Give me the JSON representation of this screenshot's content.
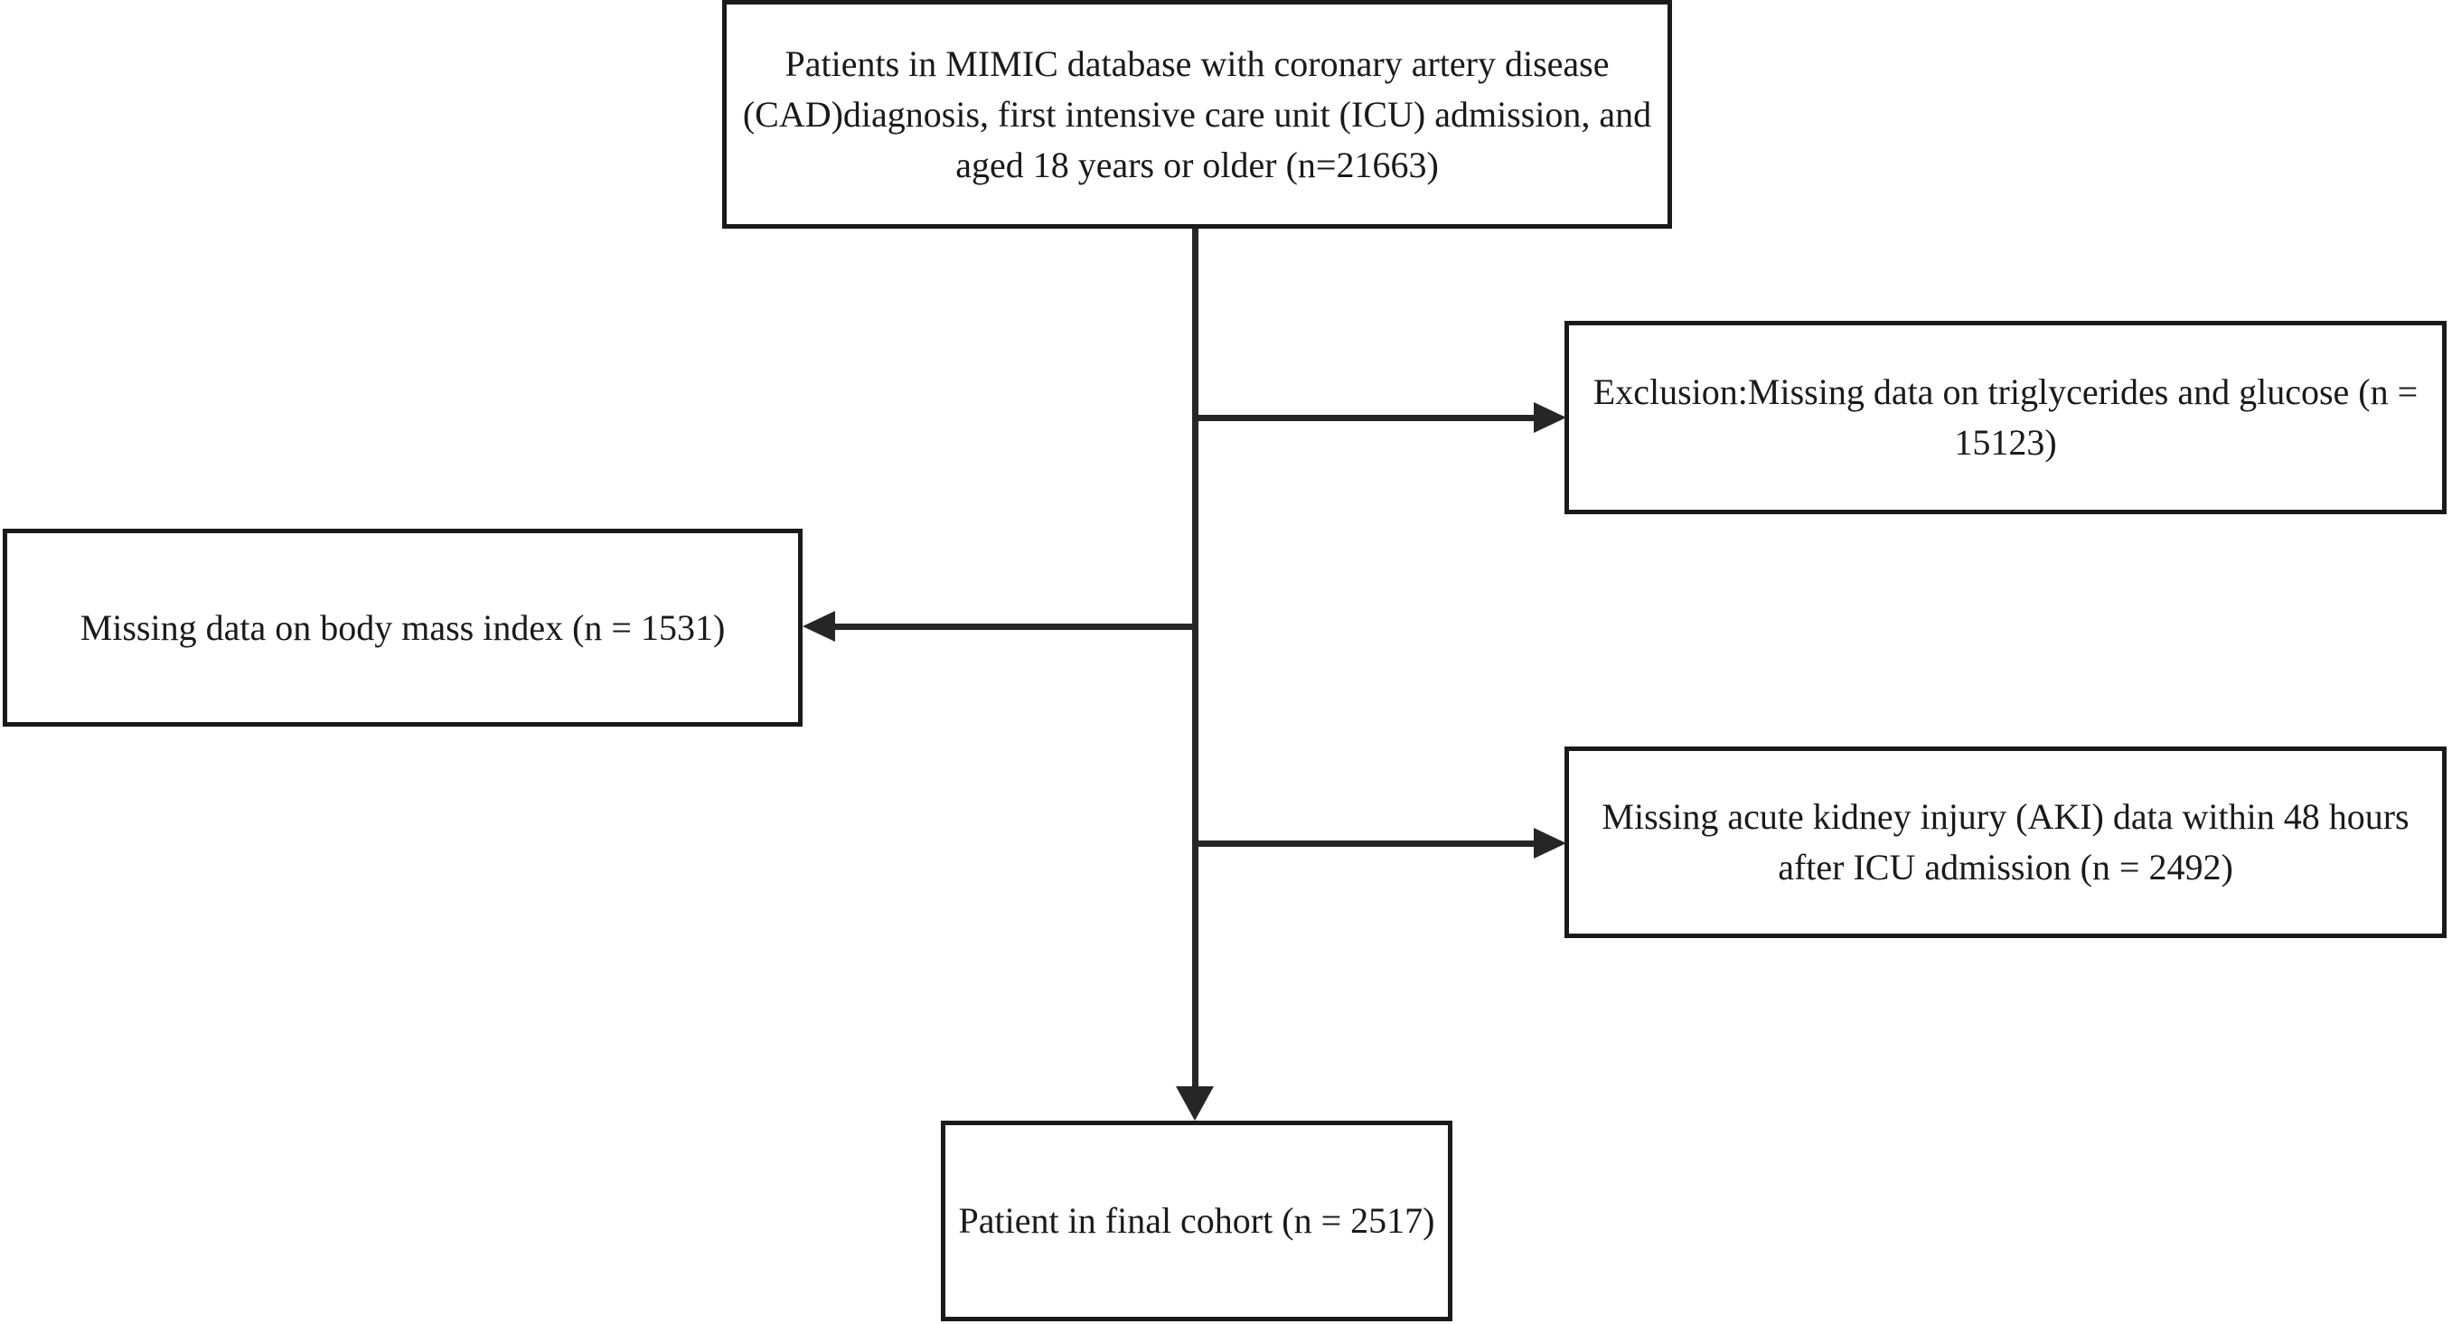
{
  "diagram": {
    "title": "Study cohort selection flow diagram",
    "type": "flowchart",
    "colors": {
      "box_border": "#1a1a1a",
      "connector": "#262626",
      "text": "#1a1a1a",
      "background": "#ffffff"
    },
    "nodes": {
      "source": {
        "label": "Patients in MIMIC database with coronary artery disease (CAD)diagnosis, first intensive care unit (ICU) admission, and aged 18 years or older (n=21663)",
        "count": 21663,
        "count_text": "(n=21663)",
        "role": "source-population"
      },
      "exclusion_1": {
        "label": "Exclusion:Missing data on triglycerides and glucose (n = 15123)",
        "count": 15123,
        "count_text": "(n = 15123)",
        "role": "exclusion"
      },
      "exclusion_2": {
        "label": "Missing data on body mass index (n = 1531)",
        "count": 1531,
        "count_text": "(n = 1531)",
        "role": "exclusion"
      },
      "exclusion_3": {
        "label": "Missing acute kidney injury (AKI) data within 48 hours after ICU admission (n = 2492)",
        "count": 2492,
        "count_text": "(n = 2492)",
        "role": "exclusion"
      },
      "final": {
        "label": "Patient in final cohort (n = 2517)",
        "count": 2517,
        "count_text": "(n = 2517)",
        "role": "final-cohort"
      }
    },
    "connectors": [
      {
        "name": "spine",
        "from": "source",
        "to": "final",
        "direction": "down"
      },
      {
        "name": "branch-to-exclusion-1",
        "from": "spine",
        "to": "exclusion_1",
        "direction": "right"
      },
      {
        "name": "branch-to-exclusion-2",
        "from": "spine",
        "to": "exclusion_2",
        "direction": "left"
      },
      {
        "name": "branch-to-exclusion-3",
        "from": "spine",
        "to": "exclusion_3",
        "direction": "right"
      }
    ]
  },
  "chart_data": {
    "type": "table",
    "title": "Study cohort selection flow diagram",
    "categories": [
      "Patients in MIMIC database with CAD diagnosis, first ICU admission, aged 18+",
      "Exclusion: Missing data on triglycerides and glucose",
      "Missing data on body mass index",
      "Missing acute kidney injury (AKI) data within 48 hours after ICU admission",
      "Patient in final cohort"
    ],
    "values": [
      21663,
      15123,
      1531,
      2492,
      2517
    ]
  }
}
